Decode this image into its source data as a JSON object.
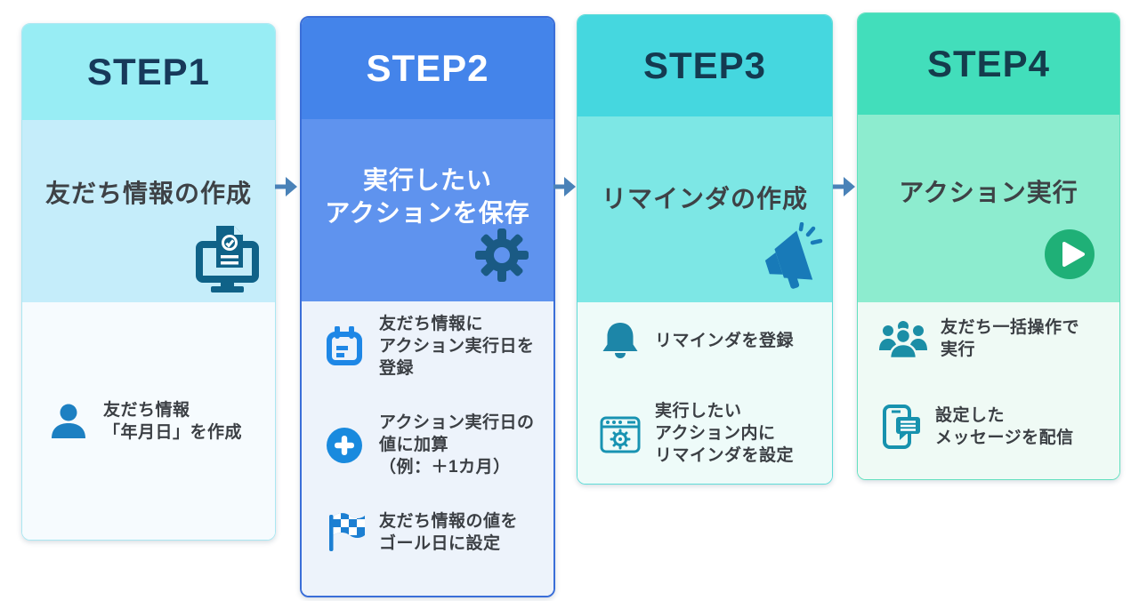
{
  "diagram": {
    "arrow_color": "#4a82b8",
    "palette": {
      "step1_header": "#98edf4",
      "step1_body": "#c5edfa",
      "step1_panel": "#f6fbfe",
      "step2_header": "#4484ea",
      "step2_body": "#5f93ee",
      "step2_panel": "#edf3fb",
      "step3_header": "#45d7df",
      "step3_body": "#7de7e5",
      "step3_panel": "#eefbf9",
      "step4_header": "#42debb",
      "step4_body": "#8deccf",
      "step4_panel": "#effaf5",
      "title_dark": "#17395a",
      "title_light": "#ffffff",
      "text_dark": "#3b3f44"
    }
  },
  "steps": [
    {
      "title": "STEP1",
      "subtitle_lines": [
        "友だち情報の作成"
      ],
      "hero_icon": "monitor-document-icon",
      "items": [
        {
          "icon": "person-icon",
          "lines": [
            "友だち情報",
            "「年月日」を作成"
          ]
        }
      ]
    },
    {
      "title": "STEP2",
      "subtitle_lines": [
        "実行したい",
        "アクションを保存"
      ],
      "hero_icon": "gear-icon",
      "items": [
        {
          "icon": "calendar-icon",
          "lines": [
            "友だち情報に",
            "アクション実行日を",
            "登録"
          ]
        },
        {
          "icon": "plus-circle-icon",
          "lines": [
            "アクション実行日の",
            "値に加算",
            "（例：＋1カ月）"
          ]
        },
        {
          "icon": "checkered-flag-icon",
          "lines": [
            "友だち情報の値を",
            "ゴール日に設定"
          ]
        }
      ]
    },
    {
      "title": "STEP3",
      "subtitle_lines": [
        "リマインダの作成"
      ],
      "hero_icon": "megaphone-icon",
      "items": [
        {
          "icon": "bell-icon",
          "lines": [
            "リマインダを登録"
          ]
        },
        {
          "icon": "browser-gear-icon",
          "lines": [
            "実行したい",
            "アクション内に",
            "リマインダを設定"
          ]
        }
      ]
    },
    {
      "title": "STEP4",
      "subtitle_lines": [
        "アクション実行"
      ],
      "hero_icon": "play-circle-icon",
      "items": [
        {
          "icon": "people-group-icon",
          "lines": [
            "友だち一括操作で",
            "実行"
          ]
        },
        {
          "icon": "smartphone-message-icon",
          "lines": [
            "設定した",
            "メッセージを配信"
          ]
        }
      ]
    }
  ]
}
